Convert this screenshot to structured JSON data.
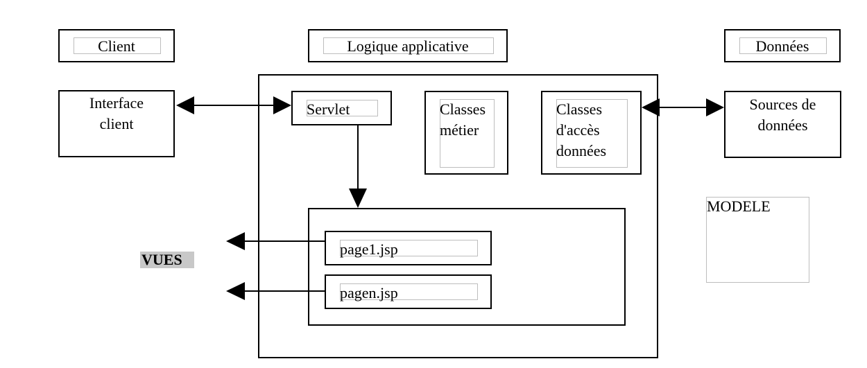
{
  "tiers": {
    "client": "Client",
    "logic": "Logique applicative",
    "data": "Données"
  },
  "client_interface": "Interface\nclient",
  "servlet": "Servlet",
  "business_classes": "Classes\nmétier",
  "data_access_classes": "Classes\nd'accès\ndonnées",
  "data_sources": "Sources de\ndonnées",
  "model_label": "MODELE",
  "views_label": "VUES",
  "pages": [
    "page1.jsp",
    "pagen.jsp"
  ]
}
